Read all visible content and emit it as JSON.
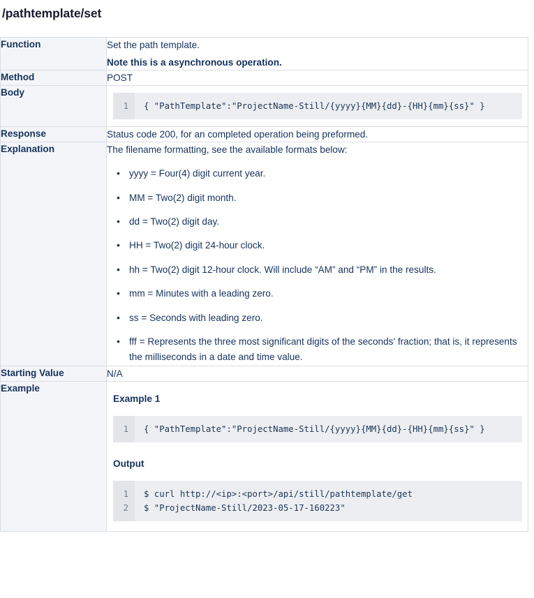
{
  "page": {
    "title": "/pathtemplate/set"
  },
  "table": {
    "rows": [
      {
        "label": "Function",
        "type": "text",
        "lines": [
          {
            "text": "Set the path template.",
            "bold": false
          },
          {
            "text": "Note this is a asynchronous operation.",
            "bold": true
          }
        ]
      },
      {
        "label": "Method",
        "type": "text",
        "lines": [
          {
            "text": "POST",
            "bold": false
          }
        ]
      },
      {
        "label": "Body",
        "type": "code",
        "code": {
          "line_numbers": [
            "1"
          ],
          "lines": [
            "{ \"PathTemplate\":\"ProjectName-Still/{yyyy}{MM}{dd}-{HH}{mm}{ss}\" }"
          ]
        }
      },
      {
        "label": "Response",
        "type": "text",
        "lines": [
          {
            "text": "Status code 200, for an completed operation being preformed.",
            "bold": false
          }
        ]
      },
      {
        "label": "Explanation",
        "type": "list",
        "intro": "The filename formatting, see the available formats below:",
        "items": [
          "yyyy = Four(4) digit current year.",
          "MM = Two(2) digit month.",
          "dd = Two(2) digit day.",
          "HH = Two(2) digit 24-hour clock.",
          "hh = Two(2) digit 12-hour clock. Will include “AM” and “PM” in the results.",
          "mm = Minutes with a leading zero.",
          "ss = Seconds with leading zero.",
          "fff = Represents the three most significant digits of the seconds' fraction; that is, it represents the milliseconds in a date and time value."
        ]
      },
      {
        "label": "Starting Value",
        "type": "text",
        "lines": [
          {
            "text": "N/A",
            "bold": false
          }
        ]
      },
      {
        "label": "Example",
        "type": "example",
        "example_heading": "Example 1",
        "example_code": {
          "line_numbers": [
            "1"
          ],
          "lines": [
            "{ \"PathTemplate\":\"ProjectName-Still/{yyyy}{MM}{dd}-{HH}{mm}{ss}\" }"
          ]
        },
        "output_heading": "Output",
        "output_code": {
          "line_numbers": [
            "1",
            "2"
          ],
          "lines": [
            "$ curl http://<ip>:<port>/api/still/pathtemplate/get",
            "$ \"ProjectName-Still/2023-05-17-160223\""
          ]
        }
      }
    ]
  },
  "colors": {
    "text": "#16325c",
    "title": "#1b1b2f",
    "label_background": "#f3f5f8",
    "border": "#d9dde2",
    "code_background": "#eceef1",
    "code_gutter_background": "#e3e5e9",
    "code_gutter_text": "#6d7d90"
  }
}
